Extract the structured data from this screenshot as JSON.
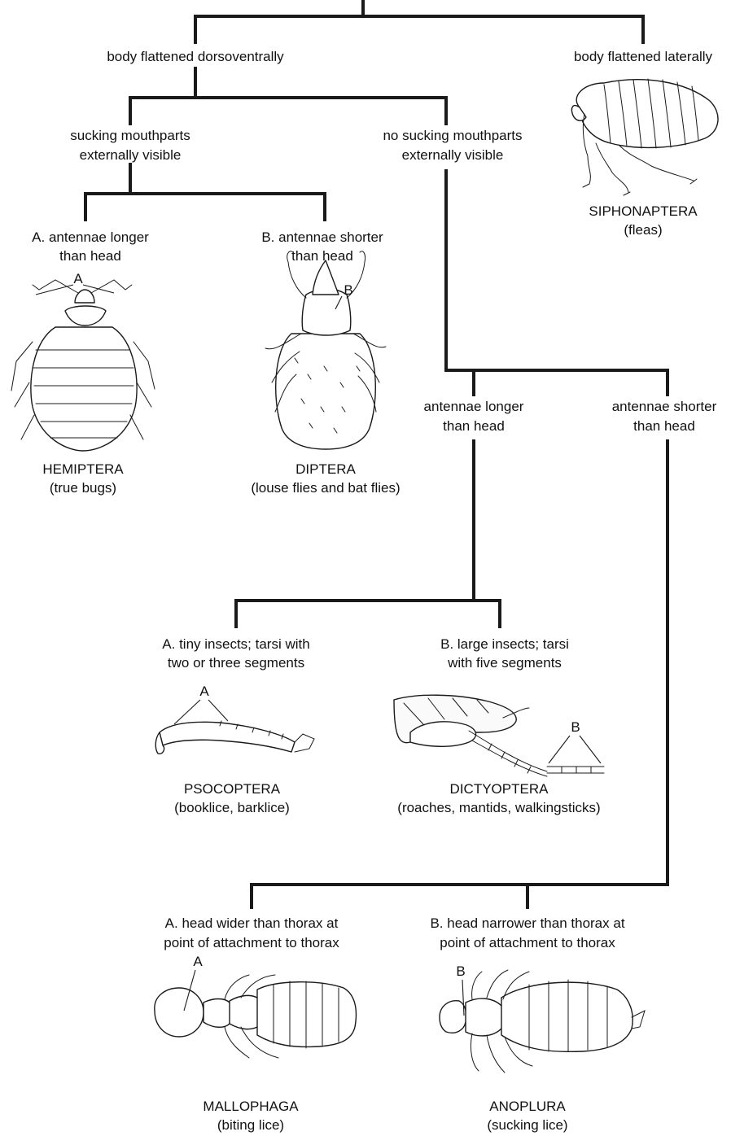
{
  "nodes": {
    "flattened_dorsoventrally": "body flattened dorsoventrally",
    "flattened_laterally": "body flattened laterally",
    "sucking_visible": [
      "sucking mouthparts",
      "externally visible"
    ],
    "no_sucking_visible": [
      "no sucking mouthparts",
      "externally visible"
    ],
    "hemi_antennae_longer": [
      "A. antennae longer",
      "than head"
    ],
    "dipt_antennae_shorter": [
      "B. antennae shorter",
      "than head"
    ],
    "antennae_longer": [
      "antennae longer",
      "than head"
    ],
    "antennae_shorter": [
      "antennae shorter",
      "than head"
    ],
    "tiny_insects": [
      "A. tiny insects; tarsi with",
      "two or three segments"
    ],
    "large_insects": [
      "B. large insects; tarsi",
      "with five segments"
    ],
    "head_wider": [
      "A. head wider than thorax at",
      "point of attachment to thorax"
    ],
    "head_narrower": [
      "B. head narrower than thorax at",
      "point of attachment to thorax"
    ]
  },
  "orders": {
    "siphonaptera": {
      "name": "SIPHONAPTERA",
      "common": "(fleas)"
    },
    "hemiptera": {
      "name": "HEMIPTERA",
      "common": "(true bugs)"
    },
    "diptera": {
      "name": "DIPTERA",
      "common": "(louse flies and bat flies)"
    },
    "psocoptera": {
      "name": "PSOCOPTERA",
      "common": "(booklice, barklice)"
    },
    "dictyoptera": {
      "name": "DICTYOPTERA",
      "common": "(roaches, mantids, walkingsticks)"
    },
    "mallophaga": {
      "name": "MALLOPHAGA",
      "common": "(biting lice)"
    },
    "anoplura": {
      "name": "ANOPLURA",
      "common": "(sucking lice)"
    }
  },
  "markers": {
    "hemiptera": "A",
    "diptera": "B",
    "psocoptera": "A",
    "dictyoptera": "B",
    "mallophaga": "A",
    "anoplura": "B"
  },
  "illustrations": {
    "siphonaptera": "flea-illustration",
    "hemiptera": "bed-bug-illustration",
    "diptera": "bat-fly-illustration",
    "psocoptera": "booklouse-leg-illustration",
    "dictyoptera": "roach-leg-illustration",
    "mallophaga": "biting-louse-illustration",
    "anoplura": "sucking-louse-illustration"
  }
}
